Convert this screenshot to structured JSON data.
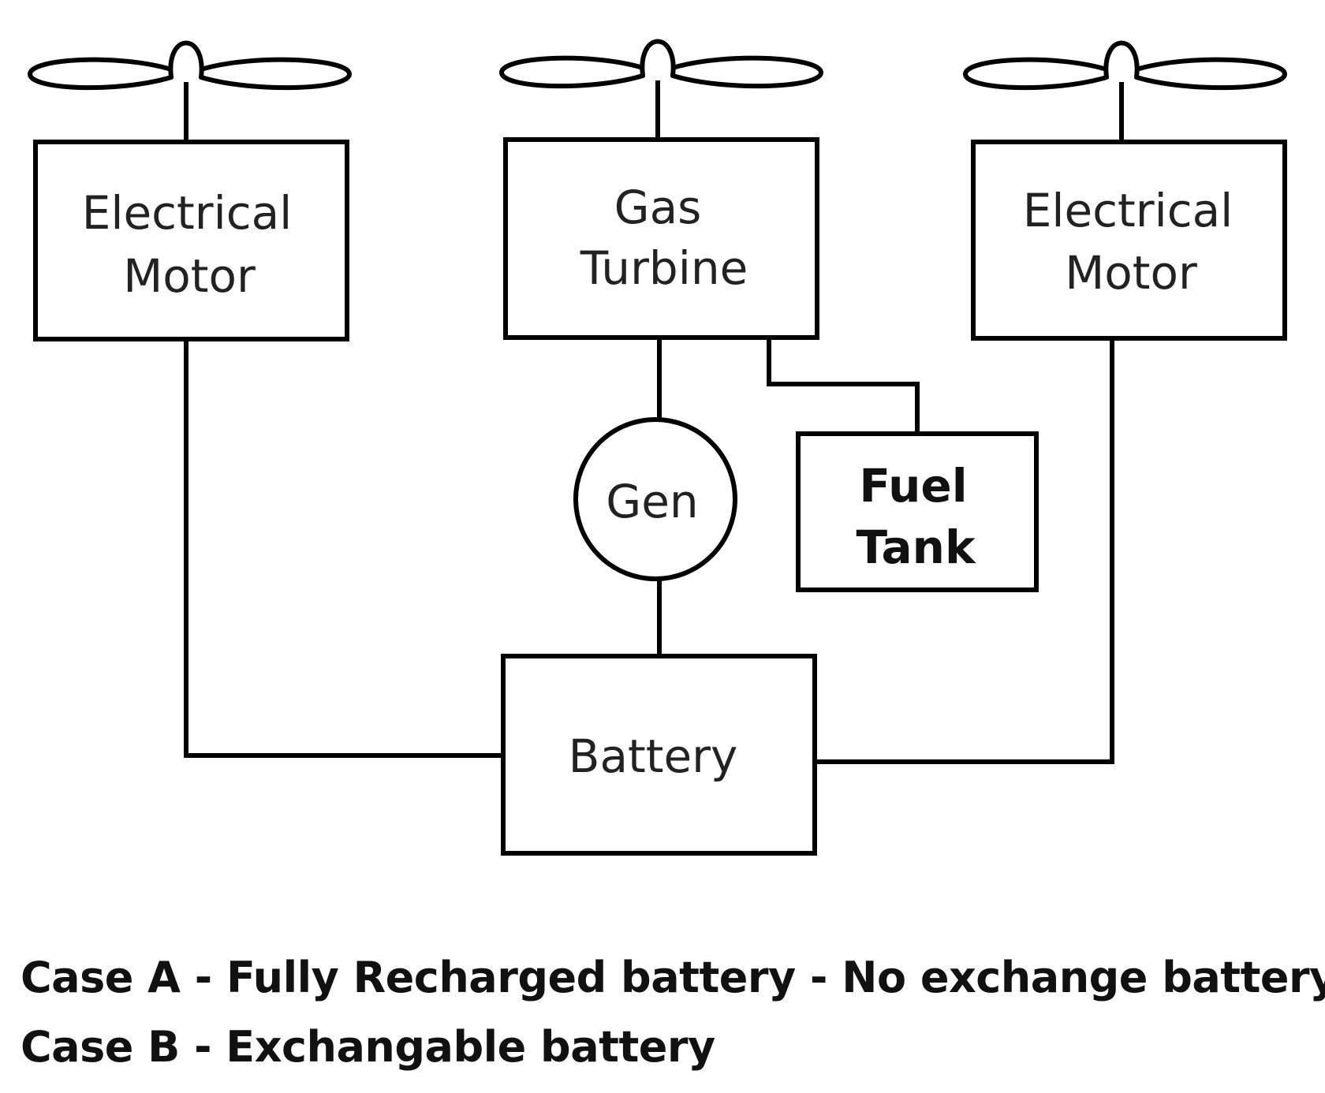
{
  "nodes": {
    "motor_left": {
      "line1": "Electrical",
      "line2": "Motor"
    },
    "gas_turbine": {
      "line1": "Gas",
      "line2": "Turbine"
    },
    "motor_right": {
      "line1": "Electrical",
      "line2": "Motor"
    },
    "generator": {
      "label": "Gen"
    },
    "fuel_tank": {
      "line1": "Fuel",
      "line2": "Tank"
    },
    "battery": {
      "label": "Battery"
    }
  },
  "captions": {
    "case_a": "Case A - Fully Recharged battery - No exchange battery",
    "case_b": "Case B - Exchangable battery"
  }
}
